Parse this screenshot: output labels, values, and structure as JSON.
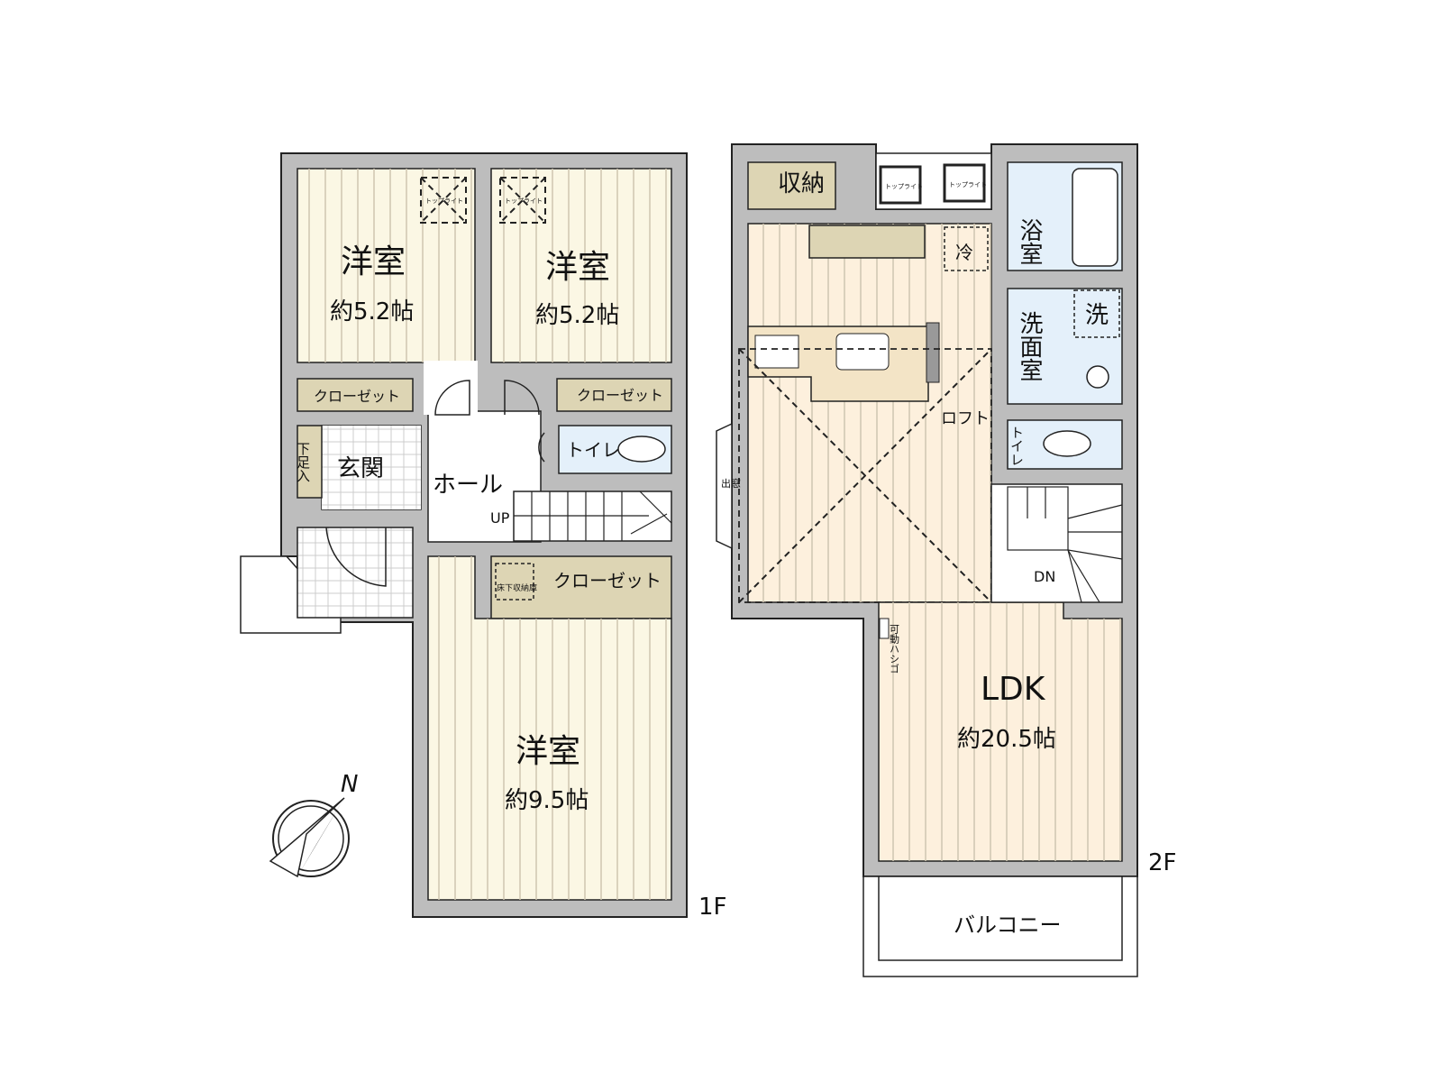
{
  "floor1": {
    "label": "1F",
    "rooms": [
      {
        "name": "洋室",
        "size": "約5.2帖"
      },
      {
        "name": "洋室",
        "size": "約5.2帖"
      },
      {
        "name": "洋室",
        "size": "約9.5帖"
      }
    ],
    "closet_1": "クローゼット",
    "closet_2": "クローゼット",
    "closet_3": "クローゼット",
    "underfloor_storage": "床下収納庫",
    "toplight_1": "トップライト",
    "toplight_2": "トップライト",
    "entrance": "玄関",
    "shoe_storage": "下足入",
    "hall": "ホール",
    "toilet": "トイレ",
    "stairs_up": "UP"
  },
  "floor2": {
    "label": "2F",
    "ldk": {
      "name": "LDK",
      "size": "約20.5帖"
    },
    "storage": "収納",
    "toplight_1": "トップライト",
    "toplight_2": "トップライト",
    "fridge": "冷",
    "bath": "浴室",
    "washroom": "洗面室",
    "washer": "洗",
    "toilet": "トイレ",
    "loft": "ロフト",
    "bay_window": "出窓",
    "ladder": "可動ハシゴ",
    "stairs_down": "DN",
    "balcony": "バルコニー"
  },
  "compass": {
    "label": "N"
  },
  "colors": {
    "wall": "#bdbdbd",
    "room_1f": "#fbf7e4",
    "room_2f": "#fdf0dd",
    "closet": "#ddd5b4",
    "wet_area": "#e4f0fa"
  }
}
